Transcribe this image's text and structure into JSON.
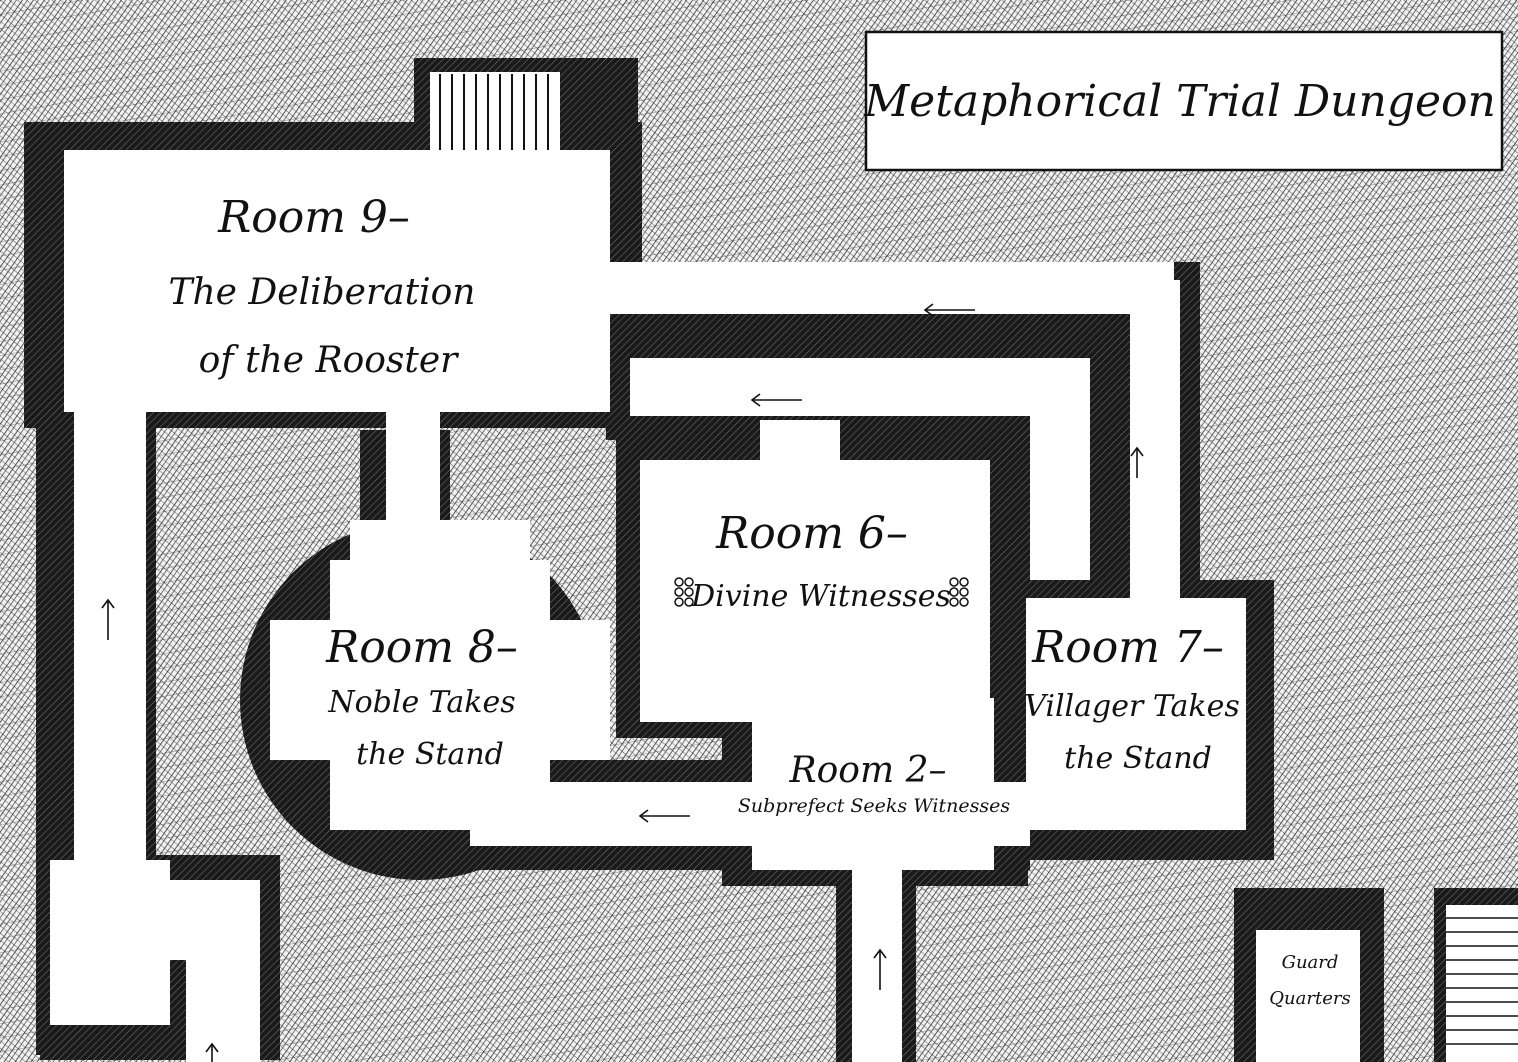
{
  "map": {
    "title": "Metaphorical Trial Dungeon",
    "rooms": {
      "room9": {
        "label": "Room 9–",
        "subtitle_1": "The Deliberation",
        "subtitle_2": "of the Rooster"
      },
      "room6": {
        "label": "Room 6–",
        "subtitle": "Divine Witnesses"
      },
      "room8": {
        "label": "Room 8–",
        "subtitle_1": "Noble Takes",
        "subtitle_2": "the Stand"
      },
      "room7": {
        "label": "Room 7–",
        "subtitle_1": "Villager Takes",
        "subtitle_2": "the Stand"
      },
      "room2": {
        "label": "Room 2–",
        "subtitle": "Subprefect Seeks Witnesses"
      },
      "guard": {
        "label_1": "Guard",
        "label_2": "Quarters"
      }
    },
    "colors": {
      "ink": "#111111",
      "paper": "#ffffff",
      "hatch": "#4a4a4a"
    }
  }
}
